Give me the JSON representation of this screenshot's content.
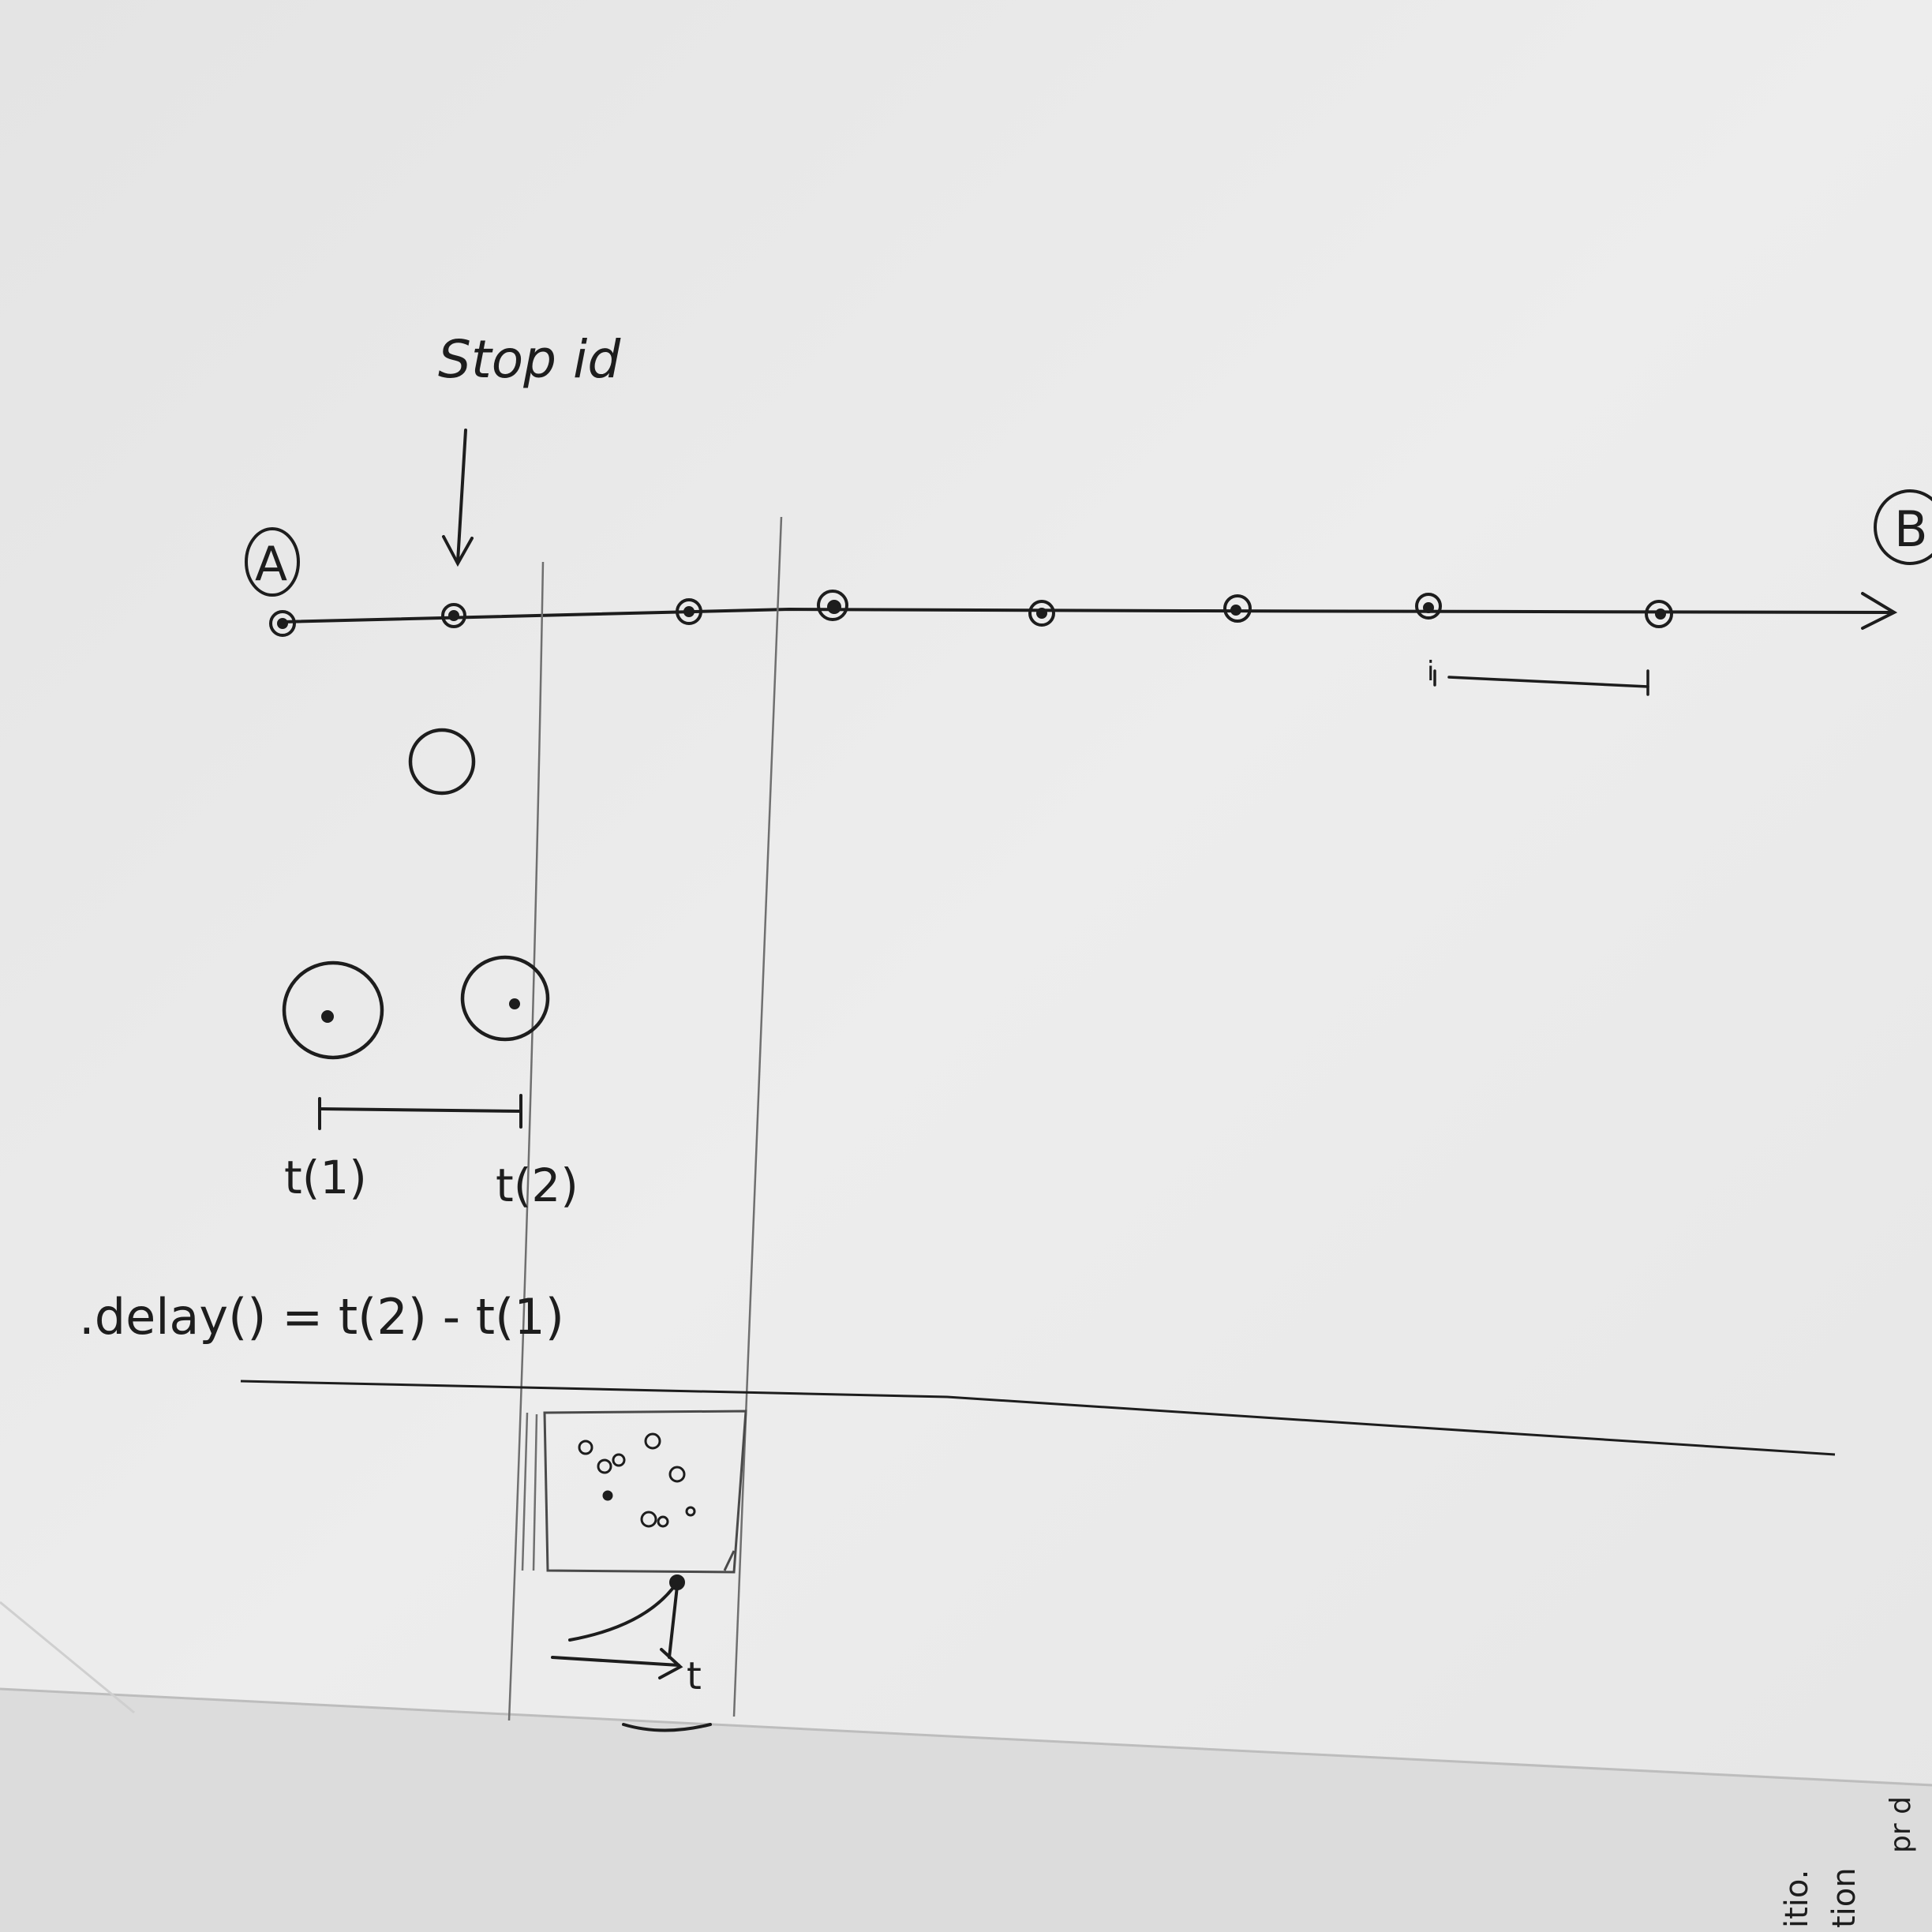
{
  "labels": {
    "stop_id": "Stop id",
    "start_node": "A",
    "end_node": "B",
    "interval_mark": "i",
    "t1": "t(1)",
    "t2": "t(2)",
    "delay_formula": ".delay() = t(2) - t(1)",
    "axis_t": "t"
  },
  "route": {
    "stop_count": 8
  },
  "corner_note": {
    "col1": "itio.",
    "col2": "tion",
    "col3": "pr d"
  },
  "colors": {
    "paper": "#ececec",
    "ink": "#1d1d1d",
    "pencil": "#6f6f6f"
  }
}
